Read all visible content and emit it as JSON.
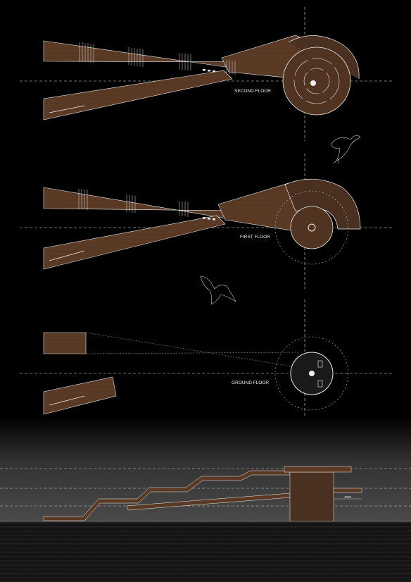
{
  "plans": [
    {
      "label": "SECOND FLOOR"
    },
    {
      "label": "FIRST FLOOR"
    },
    {
      "label": "GROUND FLOOR"
    }
  ],
  "section": {
    "dimension_label": "4000"
  },
  "colors": {
    "background": "#000000",
    "wood": "#5a3a25",
    "wood_dark": "#3e2718",
    "line": "#f0f0f0",
    "ground_band": "#2a2a2a"
  }
}
